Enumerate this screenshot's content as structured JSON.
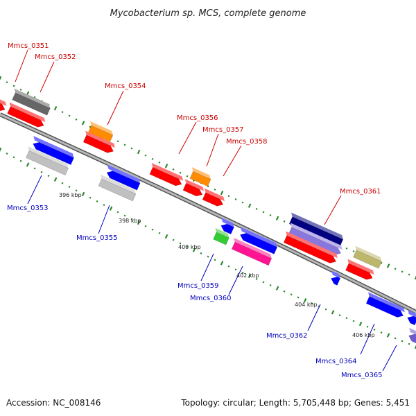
{
  "title": "Mycobacterium sp. MCS, complete genome",
  "accession": "Accession: NC_008146",
  "summary": "Topology: circular; Length: 5,705,448 bp; Genes: 5,451",
  "colors": {
    "forward_label": "#cc0000",
    "reverse_label": "#0000bb",
    "backbone": "#8a8a8a",
    "dots": "#2a8a2a"
  },
  "scale_ticks": [
    {
      "label": "396 kbp"
    },
    {
      "label": "398 kbp"
    },
    {
      "label": "400 kbp"
    },
    {
      "label": "402 kbp"
    },
    {
      "label": "404 kbp"
    },
    {
      "label": "406 kbp"
    }
  ],
  "forward_genes": [
    {
      "label": "Mmcs_0351",
      "color": "#666666"
    },
    {
      "label": "Mmcs_0352",
      "color": "#ff0000"
    },
    {
      "label": "Mmcs_0354",
      "color": "#ff8c00"
    },
    {
      "label": "Mmcs_0356",
      "color": "#ff0000"
    },
    {
      "label": "Mmcs_0357",
      "color": "#ff8c00"
    },
    {
      "label": "Mmcs_0358",
      "color": "#ff0000"
    },
    {
      "label": "Mmcs_0361",
      "color": "#000080"
    }
  ],
  "reverse_genes": [
    {
      "label": "Mmcs_0353",
      "color": "#0000ff"
    },
    {
      "label": "Mmcs_0355",
      "color": "#0000ff"
    },
    {
      "label": "Mmcs_0359",
      "color": "#0000ff"
    },
    {
      "label": "Mmcs_0360",
      "color": "#0000ff"
    },
    {
      "label": "Mmcs_0362",
      "color": "#0000ff"
    },
    {
      "label": "Mmcs_0364",
      "color": "#0000ff"
    },
    {
      "label": "Mmcs_0365",
      "color": "#6a5acd"
    }
  ]
}
